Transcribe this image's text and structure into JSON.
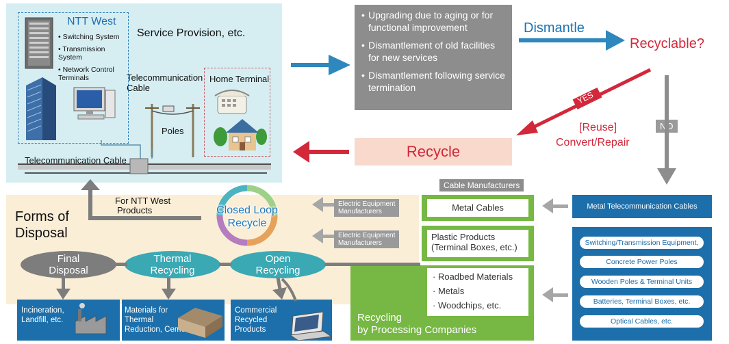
{
  "service": {
    "ntt_title": "NTT West",
    "ntt_items": [
      "Switching System",
      "Transmission System",
      "Network Control Terminals"
    ],
    "title": "Service Provision, etc.",
    "telecom_cable_top": "Telecommunication Cable",
    "poles": "Poles",
    "home_terminal": "Home Terminal",
    "telecom_cable_bottom": "Telecommunication Cable"
  },
  "reasons": [
    "Upgrading due to aging or for functional improvement",
    "Dismantlement of old facilities for new services",
    "Dismantlement following service termination"
  ],
  "flow": {
    "dismantle": "Dismantle",
    "recyclable": "Recyclable?",
    "yes": "YES",
    "no": "NO",
    "reuse": "[Reuse]",
    "convert": "Convert/Repair",
    "recycle": "Recycle"
  },
  "disposal": {
    "title_line1": "Forms of",
    "title_line2": "Disposal",
    "for_ntt_line1": "For NTT West",
    "for_ntt_line2": "Products",
    "closed_loop_line1": "Closed Loop",
    "closed_loop_line2": "Recycle",
    "final_line1": "Final",
    "final_line2": "Disposal",
    "thermal_line1": "Thermal",
    "thermal_line2": "Recycling",
    "open_line1": "Open",
    "open_line2": "Recycling",
    "incineration_line1": "Incineration,",
    "incineration_line2": "Landfill, etc.",
    "materials_lines": [
      "Materials for",
      "Thermal",
      "Reduction, Cement, etc."
    ],
    "commercial_lines": [
      "Commercial",
      "Recycled",
      "Products"
    ]
  },
  "manufacturers": {
    "elec1_line1": "Electric Equipment",
    "elec1_line2": "Manufacturers",
    "elec2_line1": "Electric Equipment",
    "elec2_line2": "Manufacturers",
    "cable_mfr": "Cable Manufacturers"
  },
  "products": {
    "metal_cables": "Metal Cables",
    "plastic_line1": "Plastic Products",
    "plastic_line2": "(Terminal Boxes, etc.)",
    "roadbed_items": [
      "Roadbed Materials",
      "Metals",
      "Woodchips, etc."
    ],
    "processing_line1": "Recycling",
    "processing_line2": "by Processing Companies"
  },
  "equipment": {
    "metal_telecom": "Metal Telecommunication Cables",
    "items": [
      "Switching/Transmission Equipment, etc.",
      "Concrete Power Poles",
      "Wooden Poles & Terminal Units",
      "Batteries, Terminal Boxes, etc.",
      "Optical Cables, etc."
    ]
  },
  "colors": {
    "service_bg": "#d6eef2",
    "disposal_bg": "#fbeed7",
    "gray": "#8d8d8d",
    "blue": "#1c6faa",
    "green": "#76b843",
    "red": "#d2283a",
    "recycle_bg": "#f8d9cc",
    "teal": "#3aa9b4",
    "dark_gray": "#7d7d7d"
  }
}
